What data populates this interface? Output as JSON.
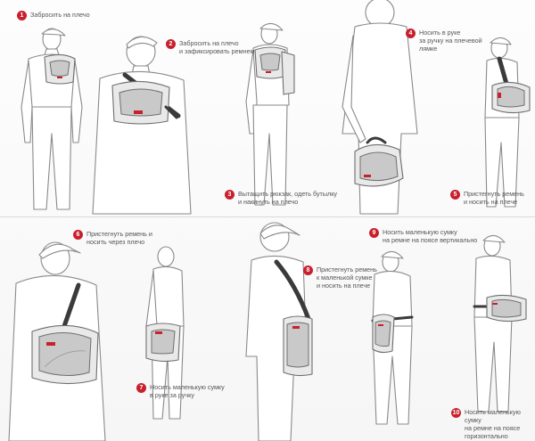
{
  "figure": {
    "captions": [
      {
        "num": "1",
        "text": "Забросить на плечо"
      },
      {
        "num": "2",
        "text": "Забросить на плечо\nи зафиксировать ремнем"
      },
      {
        "num": "3",
        "text": "Вытащить рюкзак, одеть бутылку\nи накинуть на плечо"
      },
      {
        "num": "4",
        "text": "Носить в руке\nза ручку на плечевой\nлямке"
      },
      {
        "num": "5",
        "text": "Пристегнуть ремень\nи носить на плече"
      },
      {
        "num": "6",
        "text": "Пристегнуть ремень и\nносить через плечо"
      },
      {
        "num": "7",
        "text": "Носить маленькую сумку\nв руке за ручку"
      },
      {
        "num": "8",
        "text": "Пристегнуть ремень\nк маленькой сумке\nи носить на плече"
      },
      {
        "num": "9",
        "text": "Носить маленькую сумку\nна ремне на поясе вертикально"
      },
      {
        "num": "10",
        "text": "Носить маленькую сумку\nна ремне на поясе\nгоризонтально"
      }
    ],
    "colors": {
      "accent": "#c8202d",
      "line": "#8a8a8a",
      "bag": "#e9e9e9",
      "bag_dark": "#bdbdbd"
    }
  }
}
